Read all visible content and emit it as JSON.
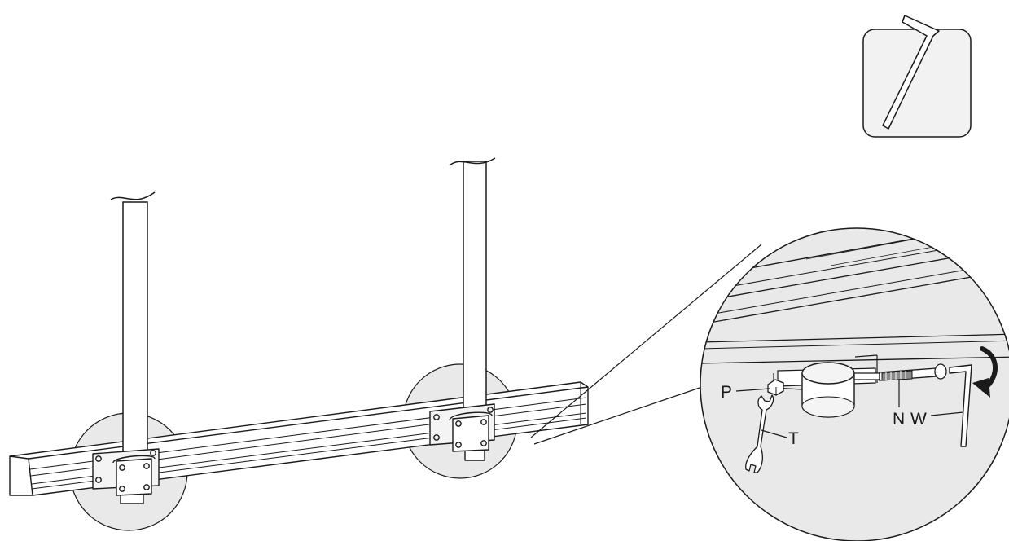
{
  "figure": {
    "labels": {
      "p": "P",
      "t": "T",
      "n": "N",
      "w": "W"
    },
    "colors": {
      "line": "#1a1a1a",
      "magnifier_fill": "#e9e9e9",
      "part_fill": "#f4f4f4",
      "toolbox_fill": "#f2f2f2"
    },
    "icons": [
      "hex-key-icon",
      "rotate-arrow-icon",
      "spanner-icon",
      "bolt-icon",
      "nut-icon"
    ]
  }
}
